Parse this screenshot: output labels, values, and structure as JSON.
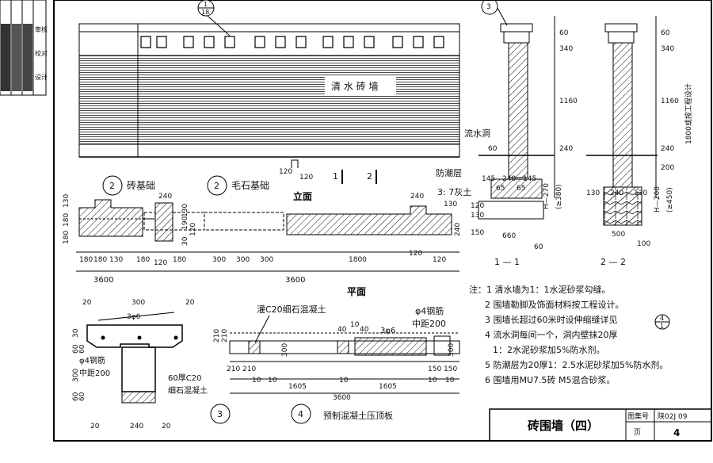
{
  "sheet": {
    "title": "砖围墙（四）",
    "atlas_label": "图集号",
    "atlas_no": "陕02J 09",
    "page_label": "页",
    "page_no": "4",
    "side_labels": [
      "审核",
      "校对",
      "设计"
    ]
  },
  "elevation": {
    "title": "立面",
    "wall_text": "清 水 砖 墙",
    "index_detail": {
      "num": "1",
      "sheet": "18"
    },
    "section_mark_1": "1",
    "section_mark_2": "2",
    "dims": [
      "120",
      "120"
    ]
  },
  "plan": {
    "title": "平面",
    "left_dims_v": [
      "130",
      "180",
      "180"
    ],
    "top_dim": "240",
    "mid_dims_v": [
      "130",
      "190",
      "120",
      "30"
    ],
    "top_dim_right": "240",
    "right_dim_v": [
      "130",
      "240"
    ],
    "bottom_dims": [
      "180",
      "180",
      "130",
      "180",
      "120",
      "180",
      "300",
      "300",
      "300",
      "1800",
      "120",
      "120"
    ],
    "total_dims": [
      "3600",
      "3600"
    ]
  },
  "legend": {
    "brick_foundation": {
      "num": "2",
      "label": "砖基础"
    },
    "rubble_foundation": {
      "num": "2",
      "label": "毛石基础"
    }
  },
  "section11": {
    "title": "1 — 1",
    "callout": "3",
    "labels": [
      "流水洞",
      "防潮层",
      "3: 7灰土"
    ],
    "dims_v": [
      "60",
      "340",
      "1160",
      "240",
      "120",
      "130",
      "150",
      "60"
    ],
    "dims_h": [
      "145",
      "240",
      "145",
      "65",
      "65",
      "660",
      "60"
    ],
    "depth": "H—270",
    "depth_min": "(≥380)"
  },
  "section22": {
    "title": "2 — 2",
    "dims_v": [
      "60",
      "340",
      "1160",
      "240",
      "200"
    ],
    "height_note": "1800或按工程设计",
    "dims_h": [
      "130",
      "240",
      "130",
      "500",
      "100"
    ],
    "depth": "H—200",
    "depth_min": "(≥450)"
  },
  "detail3": {
    "num": "3",
    "dims_top": [
      "20",
      "300",
      "20"
    ],
    "rebar": "3φ6",
    "stirrup": "φ4钢筋",
    "spacing": "中距200",
    "dims_side": [
      "30",
      "60",
      "60",
      "300",
      "60",
      "60"
    ],
    "slab": "60厚C20",
    "slab2": "细石混凝土",
    "dims_bottom": [
      "20",
      "240",
      "20"
    ]
  },
  "detail4": {
    "num": "4",
    "title": "预制混凝土压顶板",
    "grout": "灌C20细石混凝土",
    "rebar_note": "φ4钢筋",
    "spacing": "中距200",
    "rebar": "3φ6",
    "dims_top": [
      "40",
      "10",
      "40"
    ],
    "dims": [
      "210",
      "210",
      "1605",
      "1605",
      "150",
      "150",
      "10",
      "10",
      "10",
      "10",
      "10",
      "3600",
      "300",
      "300",
      "210",
      "210"
    ]
  },
  "notes": [
    "注：1 清水墙为1：1水泥砂浆勾缝。",
    "2 围墙勒脚及饰面材料按工程设计。",
    "3 围墙长超过60米时设伸缩缝详见",
    "4 流水洞每间一个，洞内壁抹20厚",
    "1：2水泥砂浆加5%防水剂。",
    "5 防潮层为20厚1：2.5水泥砂浆加5%防水剂。",
    "6 围墙用MU7.5砖 M5混合砂浆。"
  ],
  "note_ref": {
    "num": "4",
    "sheet": "1"
  }
}
